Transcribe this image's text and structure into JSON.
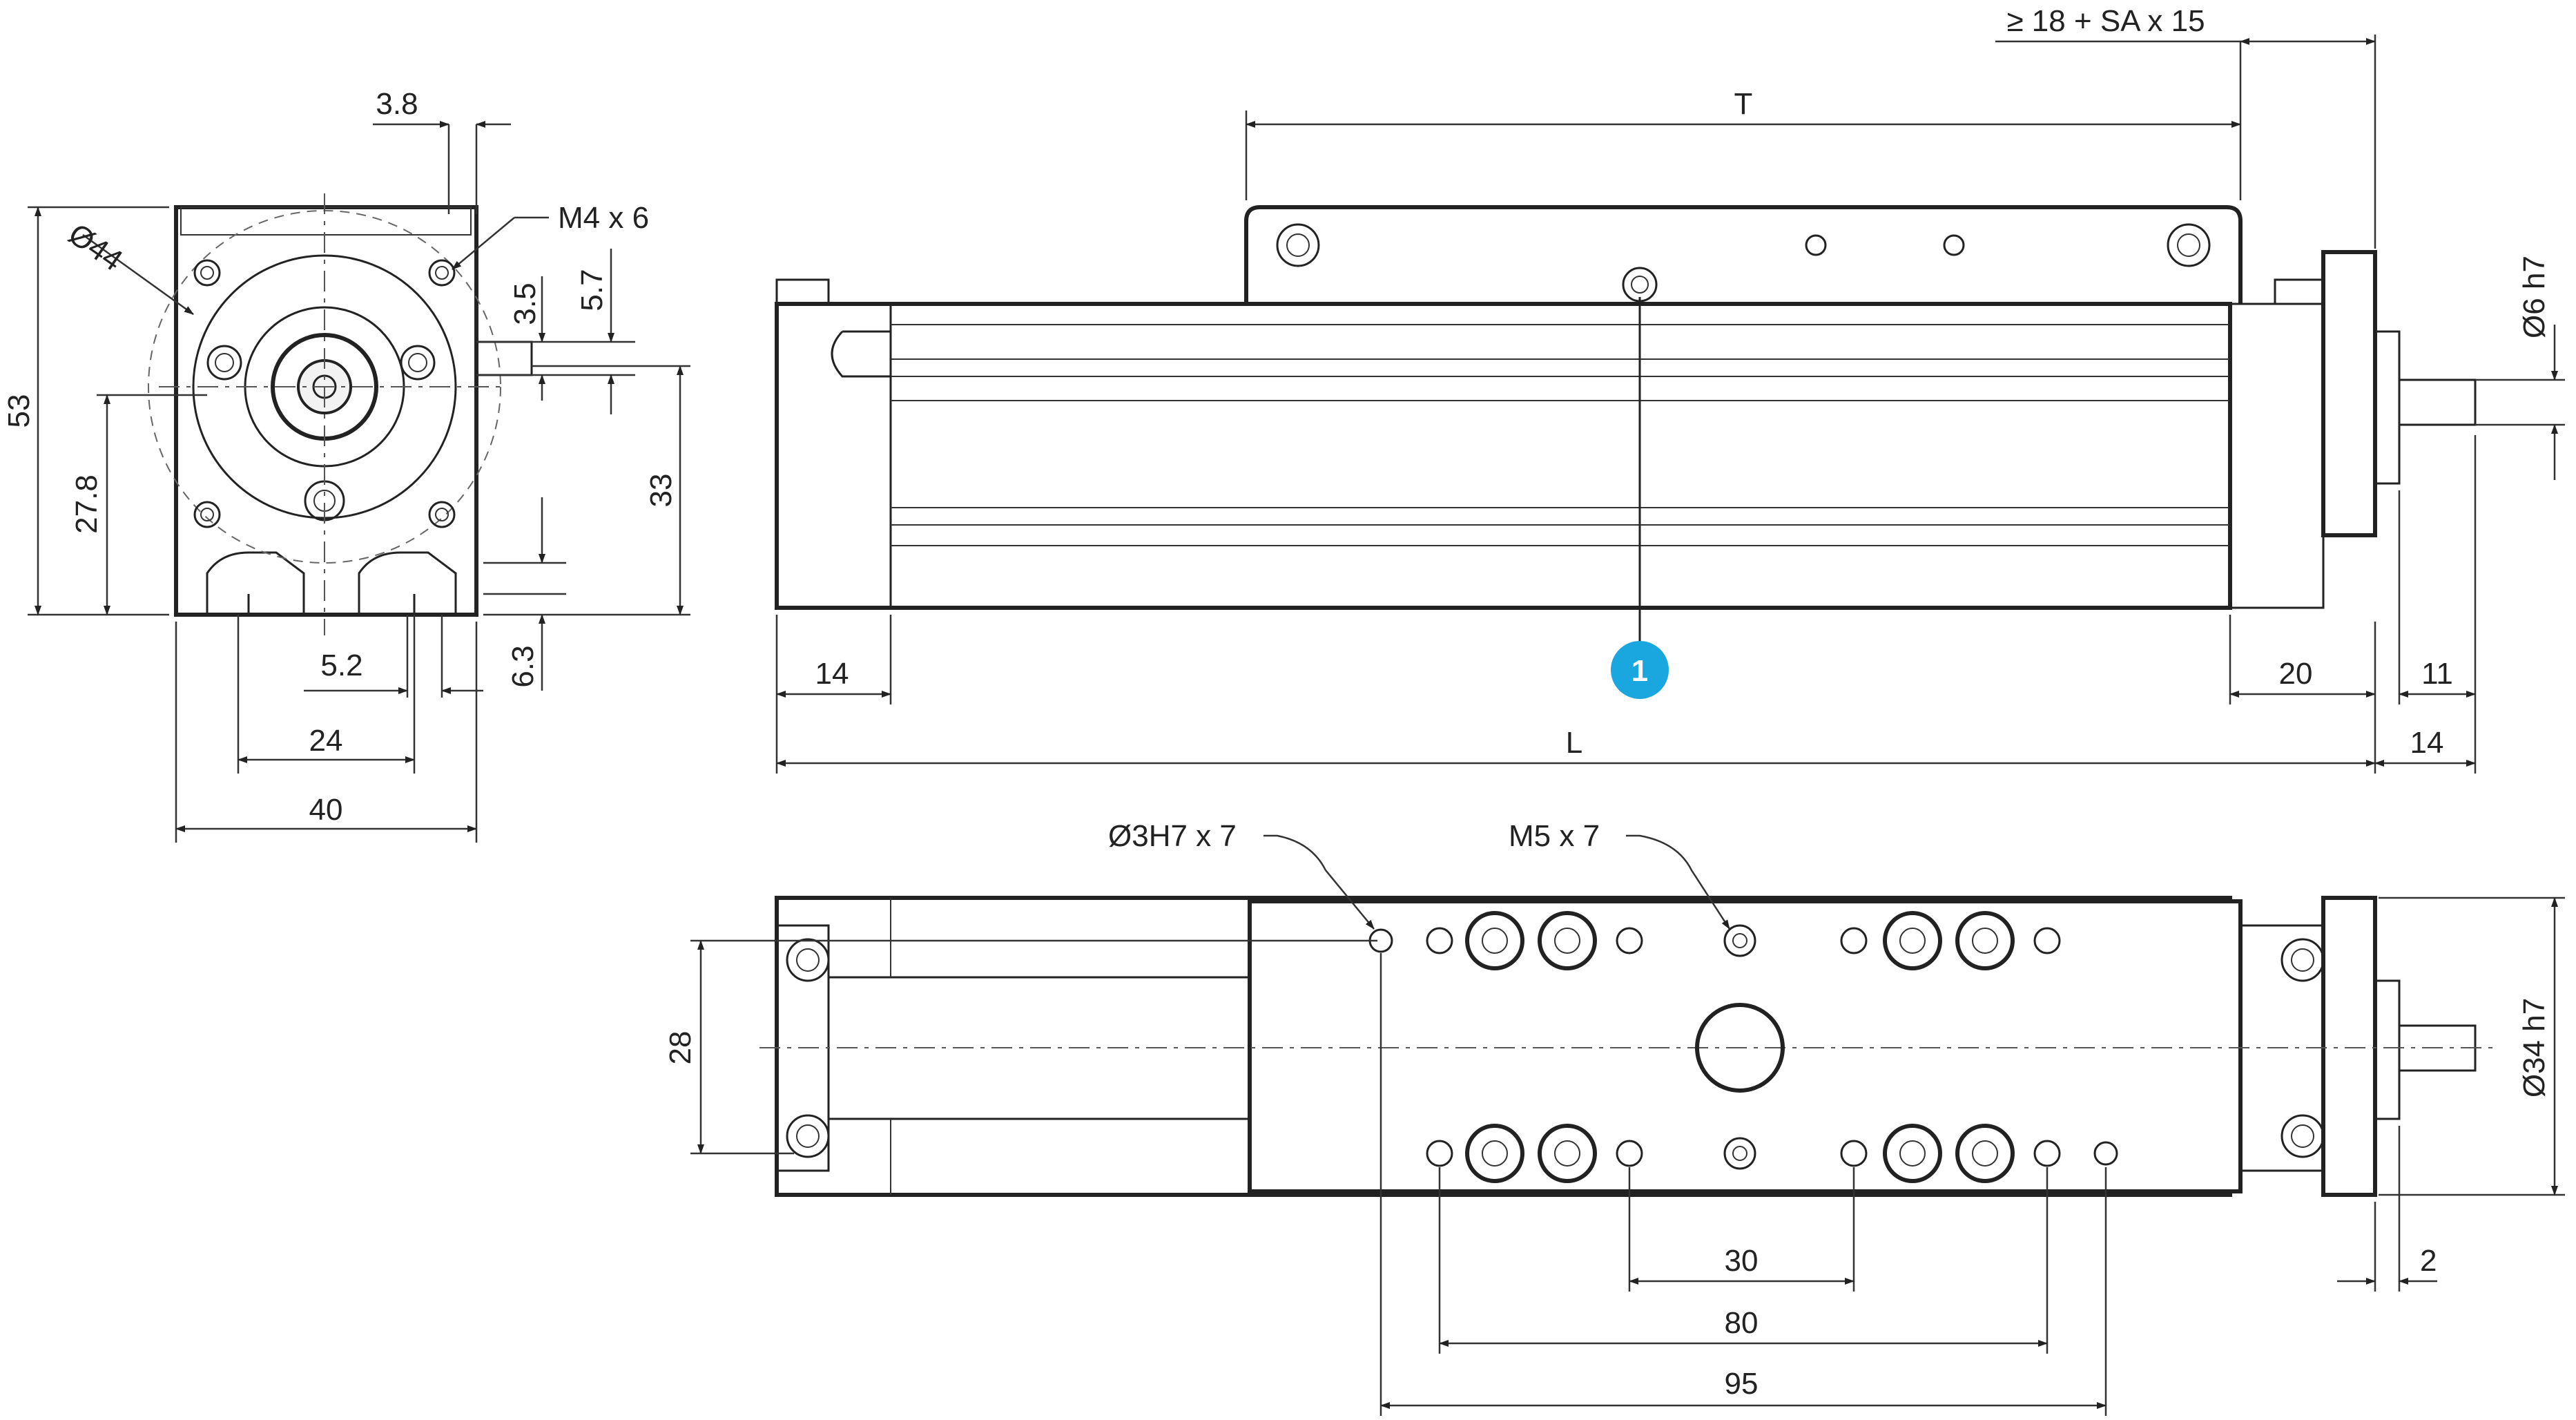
{
  "end_view": {
    "dim_width": "40",
    "dim_height": "53",
    "dim_centre_height": "27.8",
    "dim_diameter": "Ø44",
    "dim_offset_top": "3.8",
    "dim_thread": "M4 x 6",
    "dim_slot_3_5": "3.5",
    "dim_slot_5_7": "5.7",
    "dim_33": "33",
    "dim_6_3": "6.3",
    "dim_5_2": "5.2",
    "dim_24": "24"
  },
  "side_view": {
    "dim_travel": "T",
    "dim_stroke": "≥ 18 + SA x 15",
    "dim_length": "L",
    "dim_left_end": "14",
    "dim_right_end": "20",
    "dim_shaft_11": "11",
    "dim_shaft_14": "14",
    "dim_shaft_dia": "Ø6 h7",
    "callout_number": "1"
  },
  "top_view": {
    "dim_pin_hole": "Ø3H7 x 7",
    "dim_thread": "M5 x 7",
    "dim_28": "28",
    "dim_30": "30",
    "dim_80": "80",
    "dim_95": "95",
    "dim_flange_dia": "Ø34 h7",
    "dim_2": "2"
  }
}
